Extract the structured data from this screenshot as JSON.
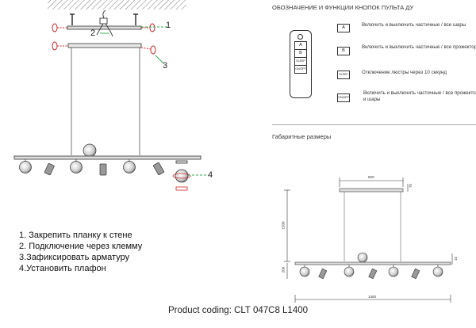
{
  "callouts": [
    "1",
    "2",
    "3",
    "4"
  ],
  "steps": [
    "1. Закрепить планку к стене",
    "2. Подключение через клемму",
    "3.Зафиксировать арматуру",
    "4.Установить плафон"
  ],
  "remote": {
    "title": "ОБОЗНАЧЕНИЕ И ФУНКЦИИ КНОПОК ПУЛЬТА ДУ",
    "device_buttons": [
      "A",
      "B",
      "SLEEP",
      "ON/OFF"
    ],
    "legend": [
      {
        "key": "A",
        "text": "Включить и выключить частичные / все шары"
      },
      {
        "key": "B",
        "text": "Включить и выключить частичные / все прожекторы"
      },
      {
        "key": "SLEEP",
        "text": "Отключение люстры через 10 секунд"
      },
      {
        "key": "ON/OFF",
        "text": "Включить и выключить частичные / все прожекторы и шары"
      }
    ]
  },
  "dimensions": {
    "title": "Габаритные размеры",
    "labels": {
      "canopy": "550",
      "canopy_h": "75",
      "height": "1500",
      "drop": "200",
      "bar_h": "15",
      "width": "1400"
    }
  },
  "footer": "Product coding: CLT 047C8 L1400",
  "colors": {
    "callout_green": "#2fa84f",
    "accent_red": "#d0282a"
  }
}
